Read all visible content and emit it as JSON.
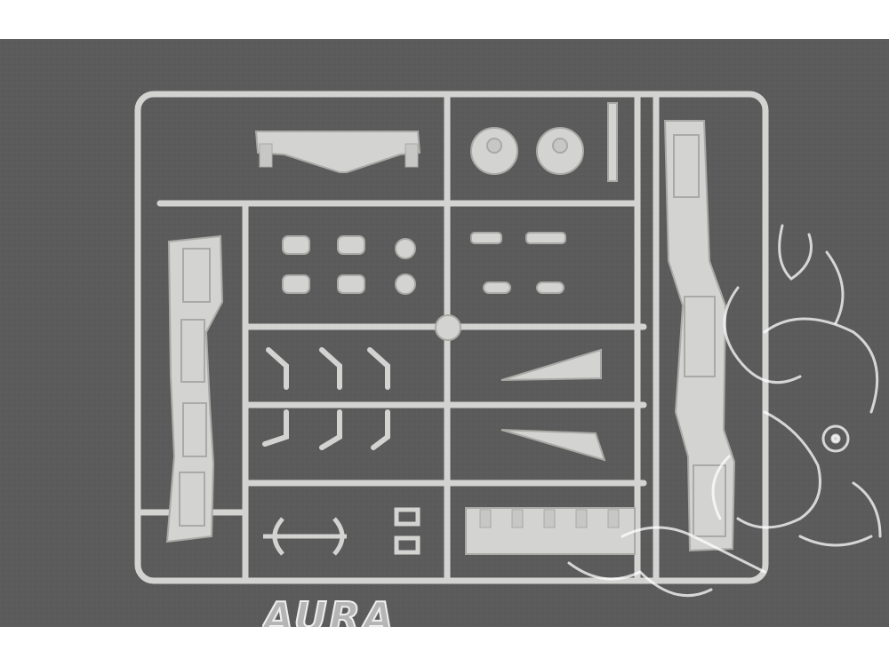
{
  "photo": {
    "subject": "plastic-model-sprue",
    "colors": {
      "background_mat": "#5b5b5b",
      "plastic": "#d3d3d1",
      "plastic_shadow": "#a9a9a6",
      "watermark": "#ffffff"
    }
  },
  "watermark": {
    "text": "AURA MODEL",
    "logo": "dragon-head-logo"
  }
}
